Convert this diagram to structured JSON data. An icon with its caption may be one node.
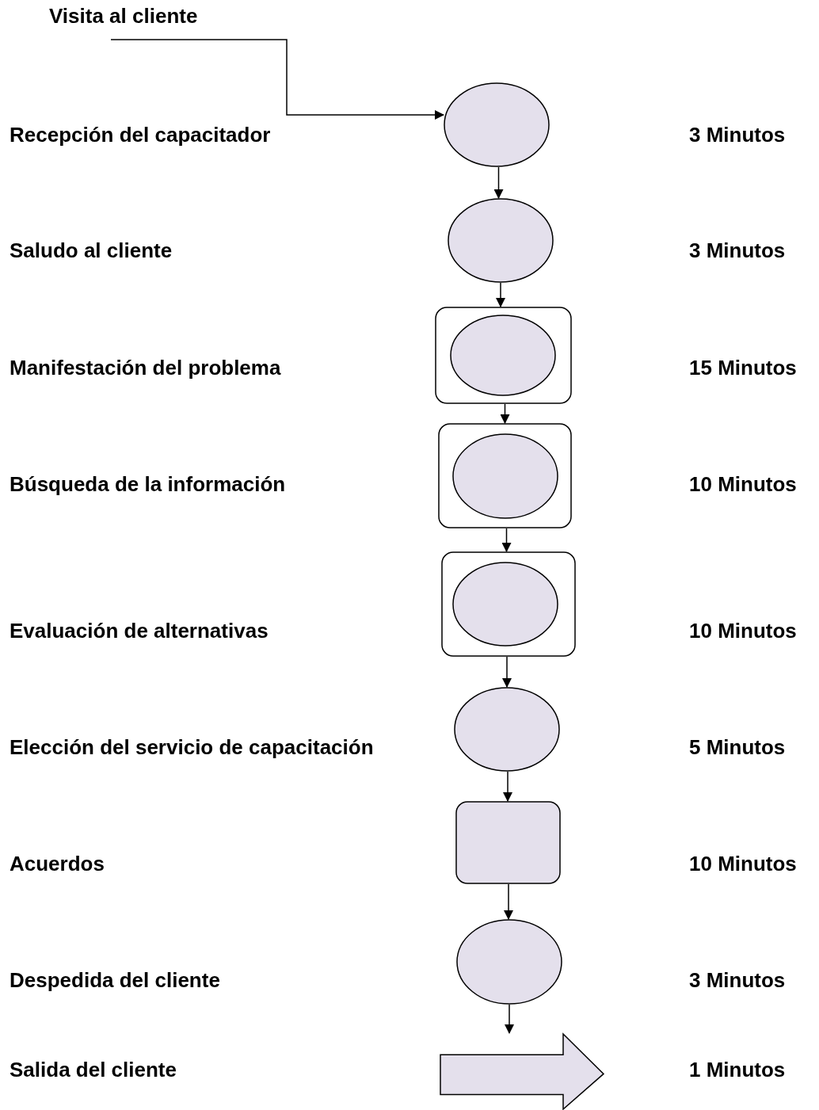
{
  "diagram": {
    "nodes": [
      {
        "text": [
          "Visita al cliente"
        ]
      },
      {
        "text": [],
        "shape": "circle"
      },
      {
        "text": [],
        "shape": "circle"
      },
      {
        "text": [],
        "shape": "box"
      },
      {
        "text": [],
        "shape": "circle",
        "in": 3
      },
      {
        "text": [],
        "shape": "box"
      },
      {
        "text": [],
        "shape": "circle",
        "in": 5
      },
      {
        "text": [],
        "shape": "box"
      },
      {
        "text": [],
        "shape": "circle",
        "in": 7
      },
      {
        "text": [],
        "shape": "circle"
      },
      {
        "text": [],
        "shape": "box"
      },
      {
        "text": [],
        "shape": "circle"
      },
      {
        "text": [],
        "shape": "arrow"
      }
    ],
    "edges": [
      {
        "from": 0,
        "to": 1,
        "arrow": "to"
      },
      {
        "from": 1,
        "to": 2,
        "arrow": "to"
      },
      {
        "from": 2,
        "to": 3,
        "arrow": "to"
      },
      {
        "from": 3,
        "to": 5,
        "arrow": "to"
      },
      {
        "from": 5,
        "to": 7,
        "arrow": "to"
      },
      {
        "from": 7,
        "to": 9,
        "arrow": "to"
      },
      {
        "from": 9,
        "to": 10,
        "arrow": "to"
      },
      {
        "from": 10,
        "to": 11,
        "arrow": "to"
      },
      {
        "from": 11,
        "to": 12,
        "arrow": "to"
      }
    ],
    "labels": [
      "Recepción del capacitador",
      "3 Minutos",
      "Saludo al cliente",
      "3 Minutos",
      "Manifestación del problema",
      "15 Minutos",
      "Búsqueda de la información",
      "10 Minutos",
      "Evaluación de alternativas",
      "10 Minutos",
      "Elección del servicio de capacitación",
      "5 Minutos",
      "Acuerdos",
      "10 Minutos",
      "Despedida del cliente",
      "3 Minutos",
      "Salida del cliente",
      "1 Minutos"
    ]
  }
}
